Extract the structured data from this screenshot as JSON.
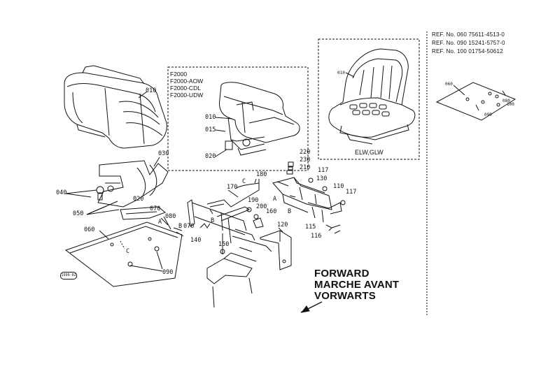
{
  "reference": {
    "lines": [
      "REF. No. 060 75611-4513-0",
      "REF. No. 090 15241-5757-0",
      "REF. No. 100 01754-50612"
    ]
  },
  "model_box": {
    "models": [
      "F2000",
      "F2000-AOW",
      "F2000-CDL",
      "F2000-UDW"
    ]
  },
  "alt_seat_caption": "ELW,GLW",
  "direction": {
    "lines": [
      "FORWARD",
      "MARCHE AVANT",
      "VORWARTS"
    ]
  },
  "diagram_tag": "1999-02",
  "part_numbers": {
    "seat_main": "010",
    "bracket_030": "030",
    "knob_040": "040",
    "bolt_050_a": "050",
    "washer_020": "020",
    "plate_070_a": "070",
    "label_080": "080",
    "label_a_left": "A",
    "label_b_left": "B",
    "plate_060": "060",
    "label_c_left": "C",
    "bolt_090": "090",
    "box_010": "010",
    "box_015": "015",
    "box_020": "020",
    "nut_220": "220",
    "nut_230": "230",
    "nut_210": "210",
    "rod_180": "180",
    "label_c_mid": "C",
    "rod_170": "170",
    "bolt_190": "190",
    "bolt_200": "200",
    "knob_160": "160",
    "plate_070_b": "070",
    "label_b_mid": "B",
    "spring_140": "140",
    "bolt_150": "150",
    "cover_120": "120",
    "bolt_117_a": "117",
    "nut_130": "130",
    "rail_110": "110",
    "bolt_117_b": "117",
    "label_a_right": "A",
    "label_b_right": "B",
    "pin_115": "115",
    "pin_116": "116",
    "alt_seat_010": "010",
    "inset_060": "060",
    "inset_080": "080",
    "inset_090": "090",
    "inset_100": "100"
  }
}
